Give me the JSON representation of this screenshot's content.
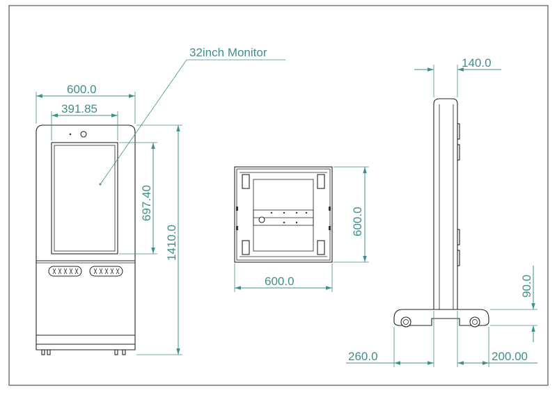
{
  "callout": {
    "label": "32inch Monitor"
  },
  "front_view": {
    "width_label": "600.0",
    "screen_width_label": "391.85",
    "screen_height_label": "697.40",
    "total_height_label": "1410.0"
  },
  "top_view": {
    "width_label": "600.0",
    "depth_label": "600.0"
  },
  "side_view": {
    "thickness_label": "140.0",
    "base_height_label": "90.0",
    "base_left_label": "260.0",
    "base_right_label": "200.00"
  },
  "colors": {
    "dimension": "#3e8f8a",
    "outline": "#222222",
    "frame": "#555555"
  }
}
